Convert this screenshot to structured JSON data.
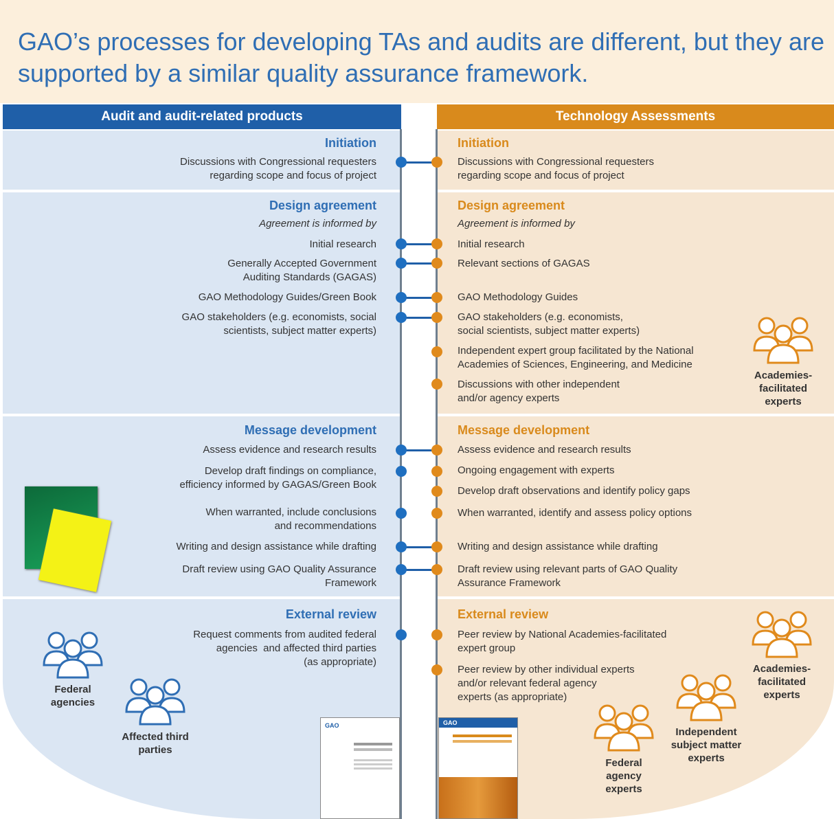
{
  "title": "GAO’s processes for developing TAs and audits are different, but they are supported by a similar quality assurance framework.",
  "left_header": "Audit and audit-related products",
  "right_header": "Technology Assessments",
  "sections": {
    "initiation": {
      "title": "Initiation",
      "left": [
        "Discussions with Congressional requesters\nregarding scope and focus of project"
      ],
      "right": [
        "Discussions with Congressional requesters\nregarding scope and focus of project"
      ]
    },
    "design": {
      "title": "Design agreement",
      "subtitle": "Agreement is informed by",
      "left": [
        "Initial research",
        "Generally Accepted Government\nAuditing Standards (GAGAS)",
        "GAO Methodology Guides/Green Book",
        "GAO stakeholders (e.g. economists, social\nscientists, subject matter experts)"
      ],
      "right": [
        "Initial research",
        "Relevant sections of GAGAS",
        "GAO Methodology Guides",
        "GAO stakeholders (e.g. economists,\nsocial scientists, subject matter experts)",
        "Independent expert group facilitated by the National\nAcademies of Sciences, Engineering, and Medicine",
        "Discussions with other independent\nand/or agency experts"
      ]
    },
    "message": {
      "title": "Message development",
      "left": [
        "Assess evidence and research results",
        "Develop draft findings on compliance,\nefficiency informed by GAGAS/Green Book",
        "When warranted, include conclusions\nand recommendations",
        "Writing and design assistance while drafting",
        "Draft review using GAO Quality Assurance\nFramework"
      ],
      "right": [
        "Assess evidence and research results",
        "Ongoing engagement with experts",
        "Develop draft observations and identify policy gaps",
        "When warranted, identify and assess policy options",
        "Writing and design assistance while drafting",
        "Draft review using relevant parts of GAO Quality\nAssurance Framework"
      ]
    },
    "external": {
      "title": "External review",
      "left": [
        "Request comments from audited federal\nagencies  and affected third parties\n(as appropriate)"
      ],
      "right": [
        "Peer review by National Academies-facilitated\nexpert group",
        "Peer review by other individual experts\nand/or relevant federal agency\nexperts (as appropriate)"
      ]
    }
  },
  "icon_labels": {
    "academies_1": "Academies-\nfacilitated\nexperts",
    "academies_2": "Academies-\nfacilitated\nexperts",
    "federal_agencies": "Federal\nagencies",
    "affected_third": "Affected third\nparties",
    "independent_sme": "Independent\nsubject matter\nexperts",
    "federal_agency_experts": "Federal\nagency\nexperts"
  },
  "doc_labels": {
    "gao_logo": "GAO"
  },
  "colors": {
    "blue": "#2f6eb4",
    "orange": "#d98a1c"
  }
}
